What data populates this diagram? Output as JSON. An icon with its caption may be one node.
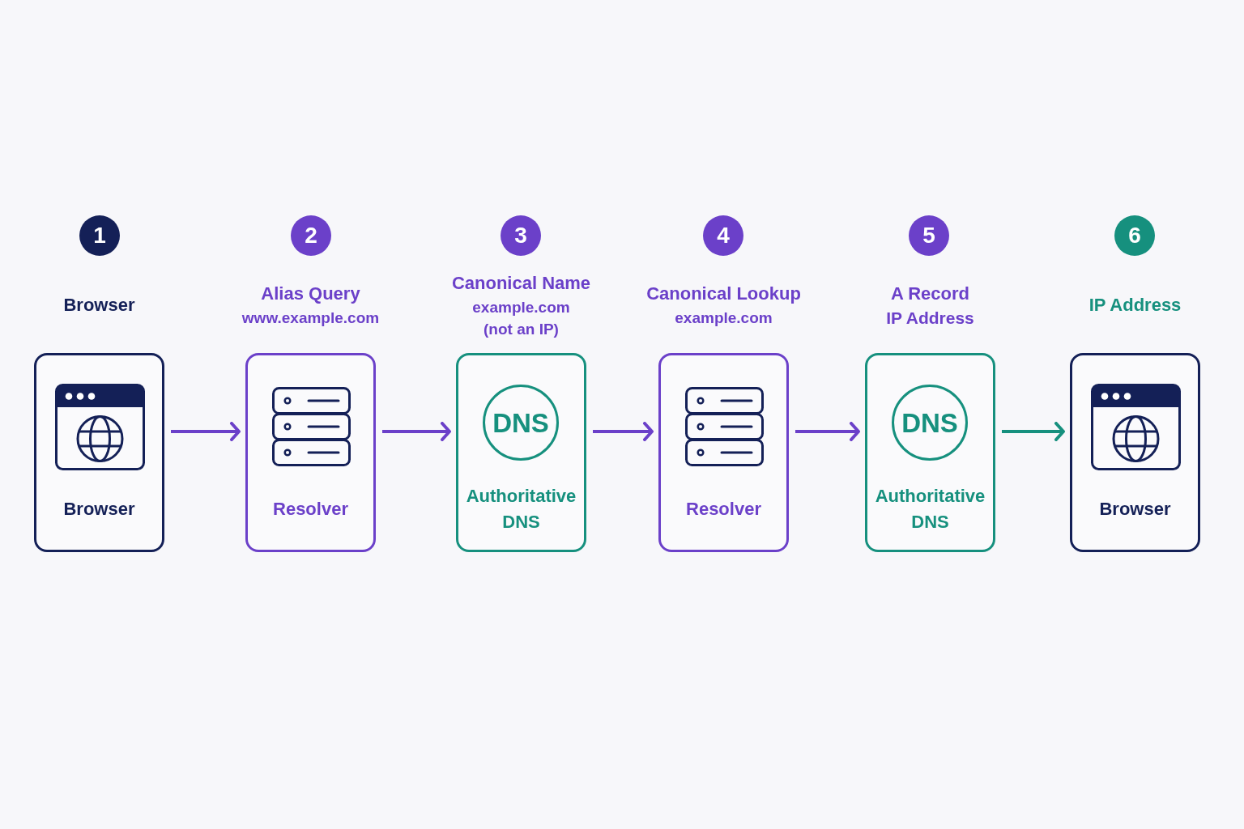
{
  "diagram": {
    "nodes": [
      {
        "text": [
          "1"
        ]
      },
      {
        "text": [
          "Browser"
        ],
        "beside": [
          "Browser"
        ]
      },
      {
        "text": [
          "2"
        ]
      },
      {
        "text": [
          "Resolver"
        ],
        "beside": [
          "Alias Query",
          "www.example.com"
        ]
      },
      {
        "text": [
          "3"
        ]
      },
      {
        "text": [
          "Authoritative DNS"
        ],
        "beside": [
          "Canonical Name",
          "example.com (not an IP)"
        ]
      },
      {
        "text": [
          "DNS"
        ],
        "in": 5
      },
      {
        "text": [
          "4"
        ]
      },
      {
        "text": [
          "Resolver"
        ],
        "beside": [
          "Canonical Lookup",
          "example.com"
        ]
      },
      {
        "text": [
          "5"
        ]
      },
      {
        "text": [
          "Authoritative DNS"
        ],
        "beside": [
          "A Record",
          "IP Address"
        ]
      },
      {
        "text": [
          "DNS"
        ],
        "in": 10
      },
      {
        "text": [
          "6"
        ]
      },
      {
        "text": [
          "Browser"
        ],
        "beside": [
          "IP Address"
        ]
      }
    ],
    "edges": [
      {
        "from": 1,
        "to": 3,
        "arrow": "to"
      },
      {
        "from": 3,
        "to": 5,
        "arrow": "to"
      },
      {
        "from": 5,
        "to": 8,
        "arrow": "to"
      },
      {
        "from": 8,
        "to": 10,
        "arrow": "to"
      },
      {
        "from": 10,
        "to": 13,
        "arrow": "to",
        "color": "#16907e"
      }
    ]
  }
}
